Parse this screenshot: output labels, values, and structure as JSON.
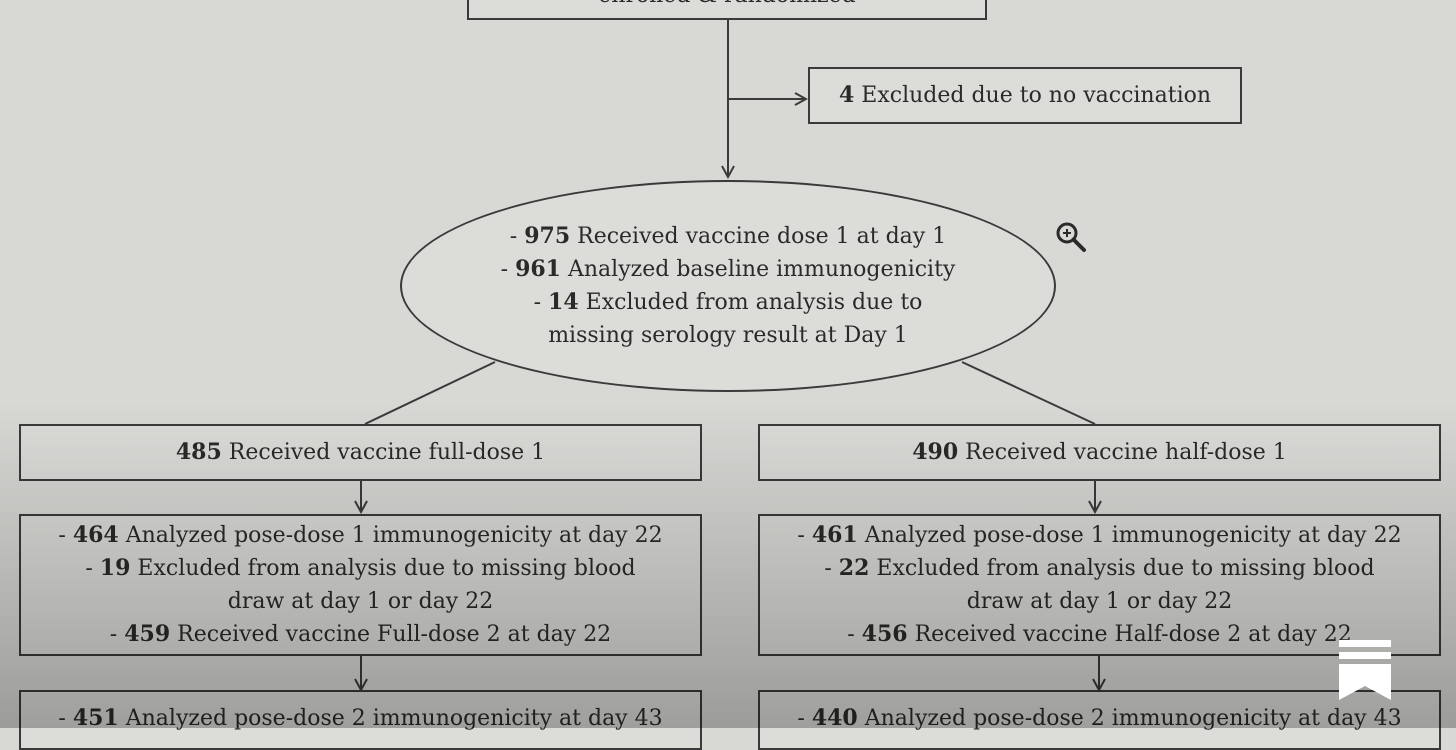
{
  "diagram": {
    "top_box": {
      "text": "enrolled & randomized"
    },
    "exclusion_box": {
      "count": "4",
      "text": " Excluded due to no vaccination"
    },
    "ellipse": {
      "lines": [
        {
          "prefix": "- ",
          "count": "975",
          "text": " Received vaccine dose 1 at day 1"
        },
        {
          "prefix": "- ",
          "count": "961",
          "text": " Analyzed baseline immunogenicity"
        },
        {
          "prefix": "- ",
          "count": "14",
          "text": " Excluded from analysis due to"
        },
        {
          "prefix": "",
          "count": "",
          "text": "missing serology result at Day 1"
        }
      ]
    },
    "left_arm": {
      "header": {
        "count": "485",
        "text": " Received vaccine full-dose 1"
      },
      "detail_lines": [
        {
          "prefix": "- ",
          "count": "464",
          "text": " Analyzed pose-dose 1 immunogenicity at day 22"
        },
        {
          "prefix": "- ",
          "count": "19",
          "text": " Excluded from analysis due to missing blood"
        },
        {
          "prefix": "",
          "count": "",
          "text": "draw at day 1 or day 22"
        },
        {
          "prefix": "- ",
          "count": "459",
          "text": " Received vaccine Full-dose 2 at day 22"
        }
      ],
      "bottom": {
        "prefix": "- ",
        "count": "451",
        "text": " Analyzed pose-dose 2 immunogenicity at day 43"
      }
    },
    "right_arm": {
      "header": {
        "count": "490",
        "text": " Received vaccine half-dose 1"
      },
      "detail_lines": [
        {
          "prefix": "- ",
          "count": "461",
          "text": " Analyzed pose-dose 1 immunogenicity at day 22"
        },
        {
          "prefix": "- ",
          "count": "22",
          "text": " Excluded from analysis due to missing blood"
        },
        {
          "prefix": "",
          "count": "",
          "text": "draw at day 1 or day 22"
        },
        {
          "prefix": "- ",
          "count": "456",
          "text": " Received vaccine Half-dose 2 at day 22"
        }
      ],
      "bottom": {
        "prefix": "- ",
        "count": "440",
        "text": " Analyzed pose-dose 2 immunogenicity at day 43"
      }
    }
  },
  "icons": {
    "zoom": "magnifier-zoom-icon",
    "bookmark": "bookmark-icon"
  },
  "colors": {
    "background": "#d8d8d5",
    "border": "#3a3a3a",
    "text": "#2a2a2a"
  }
}
